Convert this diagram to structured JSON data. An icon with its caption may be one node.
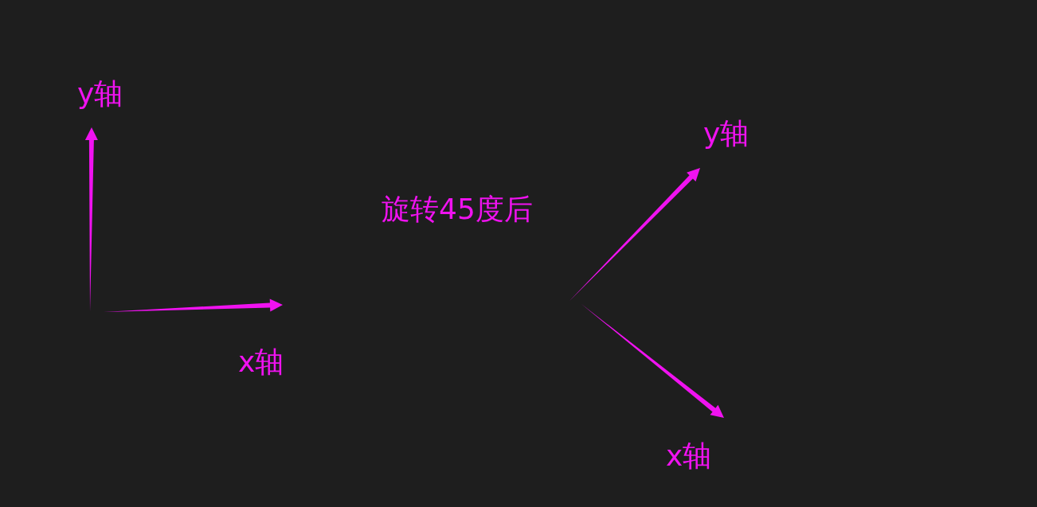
{
  "diagram": {
    "labels": [
      "y轴",
      "x轴",
      "旋转45度后",
      "y轴",
      "x轴"
    ]
  }
}
